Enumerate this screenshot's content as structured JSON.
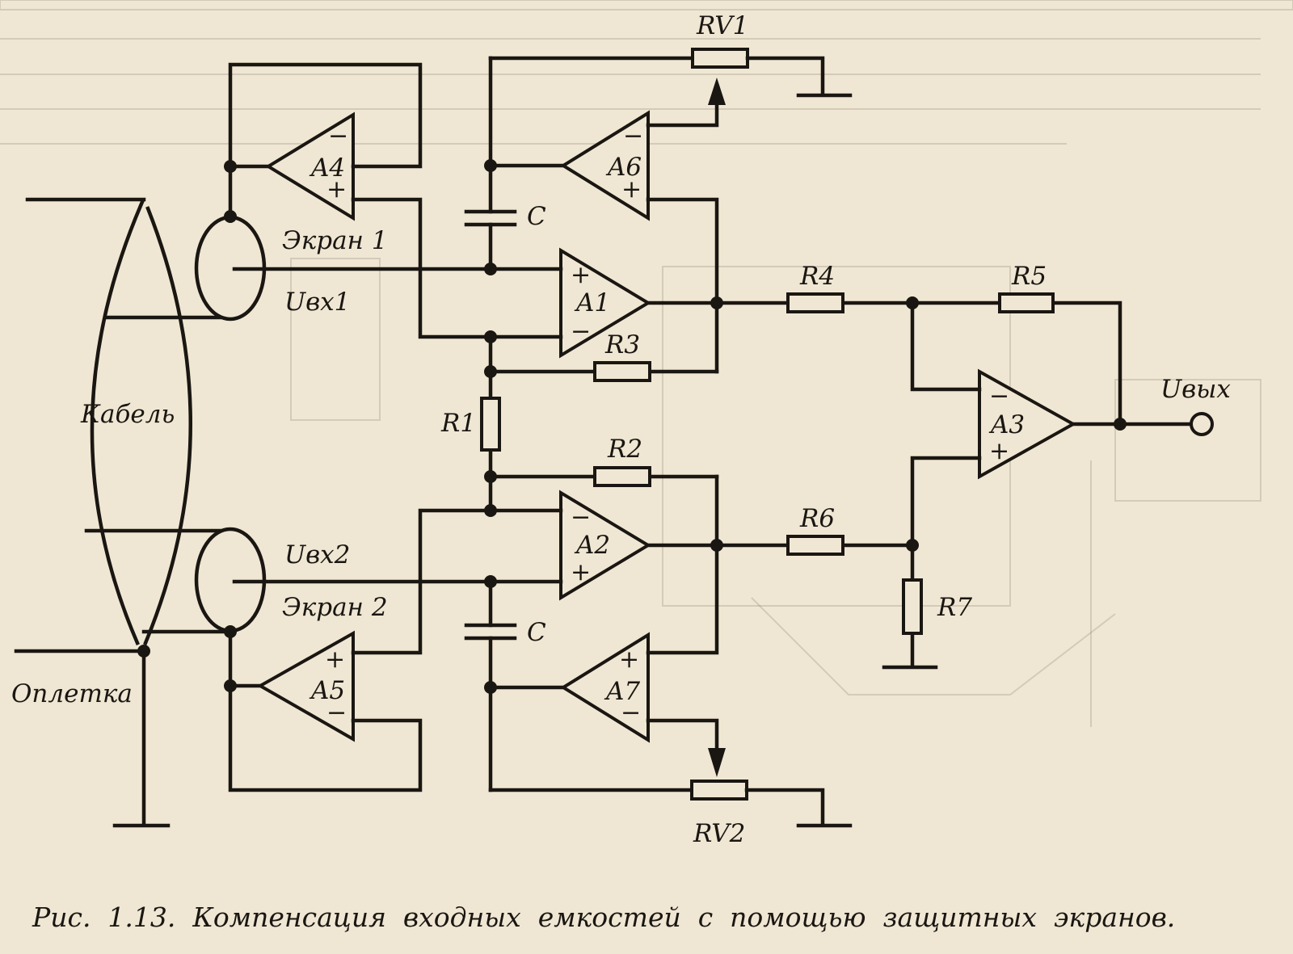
{
  "figure": {
    "caption": "Рис.  1.13.  Компенсация  входных  емкостей  с  помощью  защитных  экранов."
  },
  "opamps": {
    "a1": {
      "label": "A1",
      "top_sign": "+",
      "bottom_sign": "−"
    },
    "a2": {
      "label": "A2",
      "top_sign": "−",
      "bottom_sign": "+"
    },
    "a3": {
      "label": "A3",
      "top_sign": "−",
      "bottom_sign": "+"
    },
    "a4": {
      "label": "A4",
      "top_sign": "−",
      "bottom_sign": "+"
    },
    "a5": {
      "label": "A5",
      "top_sign": "+",
      "bottom_sign": "−"
    },
    "a6": {
      "label": "A6",
      "top_sign": "−",
      "bottom_sign": "+"
    },
    "a7": {
      "label": "A7",
      "top_sign": "+",
      "bottom_sign": "−"
    }
  },
  "resistors": {
    "r1": "R1",
    "r2": "R2",
    "r3": "R3",
    "r4": "R4",
    "r5": "R5",
    "r6": "R6",
    "r7": "R7"
  },
  "potentiometers": {
    "rv1": "RV1",
    "rv2": "RV2"
  },
  "capacitors": {
    "c_top": "C",
    "c_bottom": "C"
  },
  "labels": {
    "screen1": "Экран  1",
    "screen2": "Экран  2",
    "uin1": "Uвх1",
    "uin2": "Uвх2",
    "uout": "Uвых",
    "cable": "Кабель",
    "braid": "Оплетка"
  },
  "colors": {
    "ink": "#1a1612",
    "paper": "#efe7d3"
  }
}
